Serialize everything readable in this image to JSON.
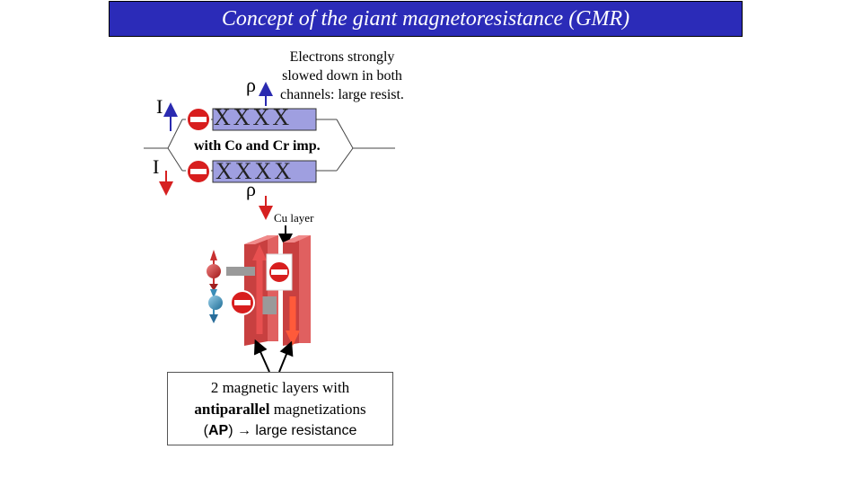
{
  "title": "Concept of the giant magnetoresistance (GMR)",
  "top_note": [
    "Electrons strongly",
    "slowed down in both",
    "channels: large resist."
  ],
  "rho_symbol": "ρ",
  "current_symbol": "I",
  "impurity_marks_top": "XXXX",
  "impurity_marks_bottom": "XXXX",
  "impurity_label": "with Co  and Cr imp.",
  "cu_label": "Cu layer",
  "callout": {
    "line1": "2 magnetic layers with",
    "line2_bold": "antiparallel",
    "line2_rest": " magnetizations",
    "line3_open": "(",
    "line3_bold": "AP",
    "line3_rest": ") → large resistance"
  },
  "colors": {
    "title_bg": "#2b2bb8",
    "channel_fill": "#9f9fe0",
    "up_arrow": "#2a2ab0",
    "down_arrow": "#d62020",
    "magnet_red": "#d64a4a",
    "electron_red": "#c83030",
    "electron_blue": "#3a8db8"
  }
}
